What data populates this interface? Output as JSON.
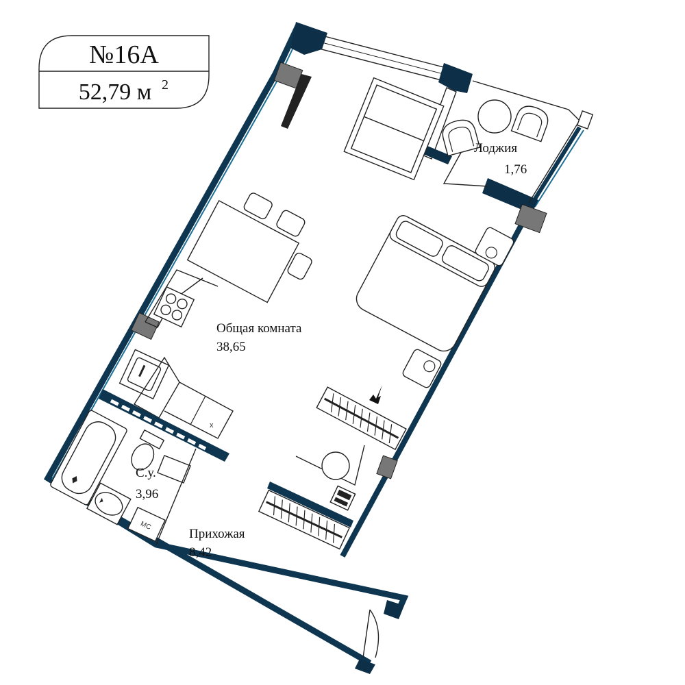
{
  "badge": {
    "apartment_number": "№16А",
    "total_area": "52,79 м",
    "area_unit_sup": "2"
  },
  "rooms": [
    {
      "key": "living",
      "name": "Общая комната",
      "area": "38,65"
    },
    {
      "key": "loggia",
      "name": "Лоджия",
      "area": "1,76"
    },
    {
      "key": "bathroom",
      "name": "С.у.",
      "area": "3,96"
    },
    {
      "key": "hallway",
      "name": "Прихожая",
      "area": "8,42"
    }
  ],
  "fixture_labels": {
    "washer": "МС",
    "box": "x"
  },
  "colors": {
    "wall": "#0f3650",
    "wall_edge": "#1e6f95",
    "window_frame": "#0d2f47"
  }
}
